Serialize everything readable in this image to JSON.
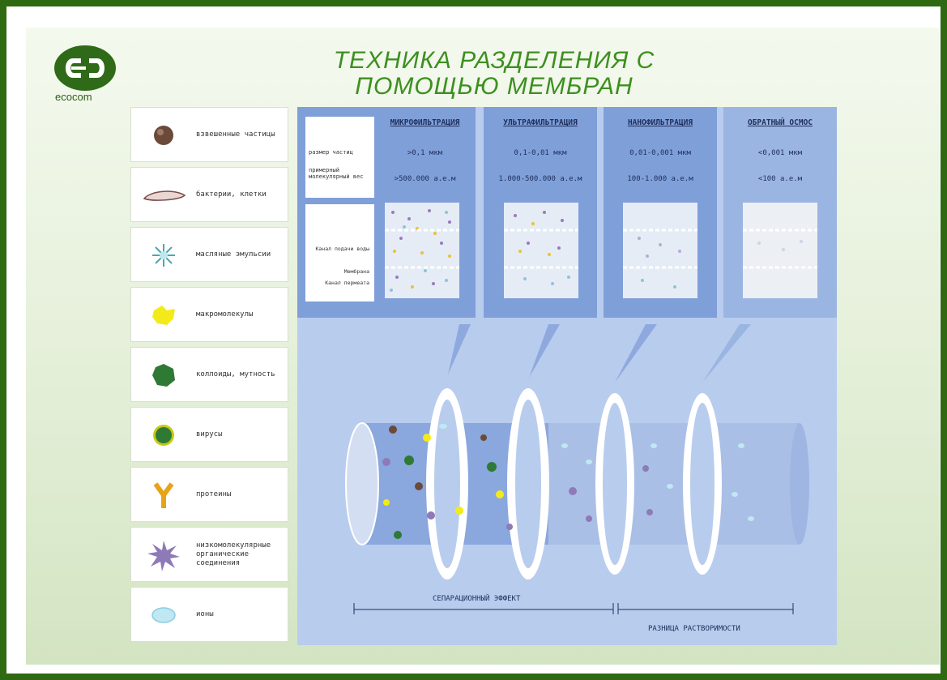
{
  "header": {
    "logo_text": "ecocom",
    "title_line1": "ТЕХНИКА РАЗДЕЛЕНИЯ С",
    "title_line2": "ПОМОЩЬЮ МЕМБРАН"
  },
  "legend": [
    {
      "label": "взвешенные частицы",
      "icon": "brown-sphere-icon"
    },
    {
      "label": "бактерии, клетки",
      "icon": "bacteria-cell-icon"
    },
    {
      "label": "масляные эмульсии",
      "icon": "oil-emulsion-icon"
    },
    {
      "label": "макромолекулы",
      "icon": "macromolecule-icon"
    },
    {
      "label": "коллоиды, мутность",
      "icon": "colloid-icon"
    },
    {
      "label": "вирусы",
      "icon": "virus-icon"
    },
    {
      "label": "протеины",
      "icon": "protein-icon"
    },
    {
      "label": "низкомолекулярные органические соединения",
      "icon": "organic-compound-icon"
    },
    {
      "label": "ионы",
      "icon": "ion-icon"
    }
  ],
  "info_labels": {
    "particle_size": "размер частиц",
    "molecular_weight": "примерный молекулярный вес"
  },
  "membrane_labels": {
    "feed": "Канал подачи воды",
    "membrane": "Мембрана",
    "permeate": "Канал пермеата"
  },
  "methods": [
    {
      "name": "МИКРОФИЛЬТРАЦИЯ",
      "size": ">0,1 мкм",
      "weight": ">500.000 а.е.м"
    },
    {
      "name": "УЛЬТРАФИЛЬТРАЦИЯ",
      "size": "0,1-0,01 мкм",
      "weight": "1.000-500.000 а.е.м"
    },
    {
      "name": "НАНОФИЛЬТРАЦИЯ",
      "size": "0,01-0,001 мкм",
      "weight": "100-1.000 а.е.м"
    },
    {
      "name": "ОБРАТНЫЙ ОСМОС",
      "size": "<0,001 мкм",
      "weight": "<100 а.е.м"
    }
  ],
  "scale": {
    "separation_effect": "СЕПАРАЦИОННЫЙ ЭФФЕКТ",
    "solubility_difference": "РАЗНИЦА РАСТВОРИМОСТИ"
  },
  "colors": {
    "frame": "#2f6a12",
    "title": "#3d8f20",
    "panel_dark": "#7f9fd9",
    "panel_light": "#b8ccee"
  }
}
